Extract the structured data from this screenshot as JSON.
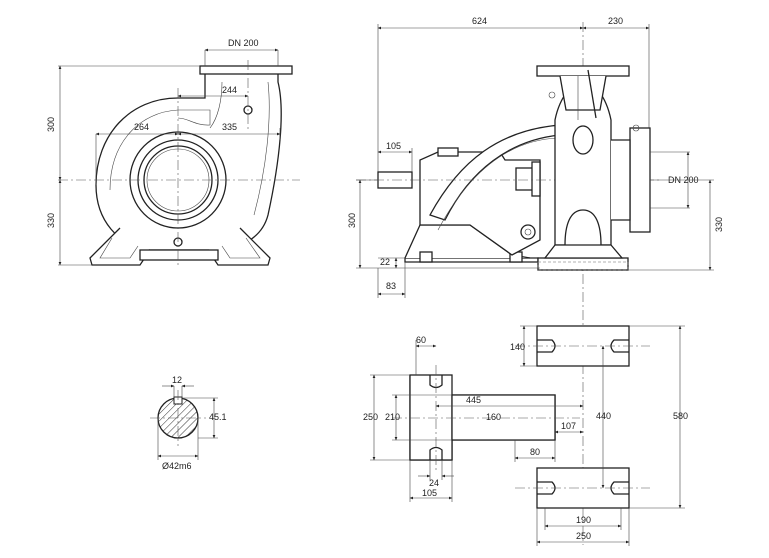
{
  "dims": {
    "dn200_top": "DN 200",
    "d244": "244",
    "d300_left": "300",
    "d264": "264",
    "d335": "335",
    "d330_left": "330",
    "d624": "624",
    "d230": "230",
    "d105_shaft": "105",
    "dn200_side": "DN 200",
    "d300_side": "300",
    "d330_right": "330",
    "d22": "22",
    "d83": "83",
    "d12": "12",
    "d45_1": "45.1",
    "d42m6": "Ø42m6",
    "d60": "60",
    "d140": "140",
    "d250_left": "250",
    "d210": "210",
    "d445": "445",
    "d160": "160",
    "d107": "107",
    "d440": "440",
    "d580": "580",
    "d24": "24",
    "d80": "80",
    "d105_base": "105",
    "d190": "190",
    "d250_bottom": "250"
  }
}
